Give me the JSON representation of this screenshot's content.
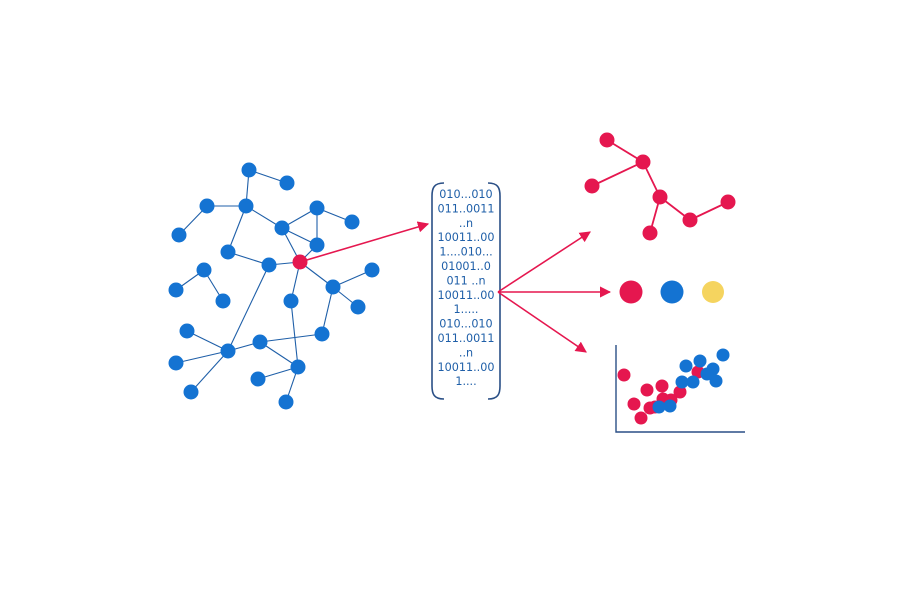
{
  "colors": {
    "node_blue": "#1473d2",
    "node_red": "#e5174f",
    "node_yellow": "#f5d45f",
    "edge_blue": "#1f5fa8",
    "arrow_red": "#e5174f",
    "axis": "#2a4f86",
    "text_blue": "#1f5fa8"
  },
  "embedding_vector": {
    "lines": [
      "010...010",
      "011..0011",
      "..n",
      "10011..00",
      "1....010...",
      "01001..0",
      "011 ..n",
      "10011..00",
      "1.....",
      "010...010",
      "011..0011",
      "..n",
      "10011..00",
      "1...."
    ]
  },
  "outputs": [
    {
      "task": "link-structure",
      "icon": "red-graph"
    },
    {
      "task": "node-classes",
      "icon": "colored-dots",
      "dot_colors": [
        "#e5174f",
        "#1473d2",
        "#f5d45f"
      ]
    },
    {
      "task": "scatter-clusters",
      "icon": "scatter-plot"
    }
  ]
}
